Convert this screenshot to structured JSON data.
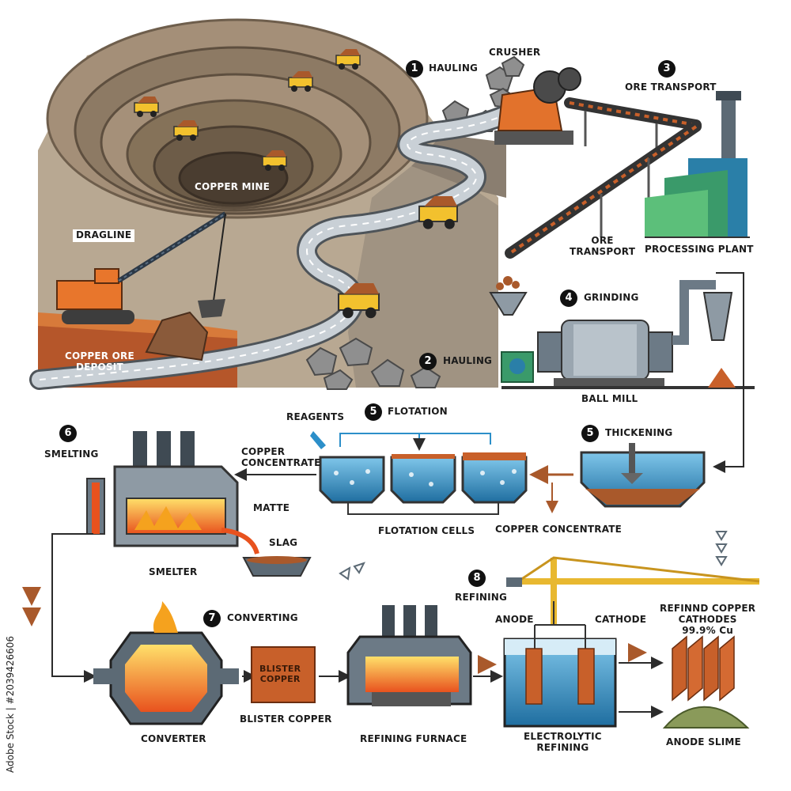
{
  "steps": {
    "hauling_1": {
      "num": "1",
      "label": "HAULING"
    },
    "crusher": "CRUSHER",
    "ore_transport_3": {
      "num": "3",
      "label": "ORE TRANSPORT"
    },
    "copper_mine": "COPPER MINE",
    "dragline": "DRAGLINE",
    "copper_ore_deposit": "COPPER ORE\nDEPOSIT",
    "ore_transport_belt": "ORE\nTRANSPORT",
    "processing_plant": "PROCESSING PLANT",
    "grinding": {
      "num": "4",
      "label": "GRINDING"
    },
    "hauling_2": {
      "num": "2",
      "label": "HAULING"
    },
    "ball_mill": "BALL MILL",
    "flotation": {
      "num": "5",
      "label": "FLOTATION"
    },
    "reagents": "REAGENTS",
    "thickening": {
      "num": "5",
      "label": "THICKENING"
    },
    "smelting": {
      "num": "6",
      "label": "SMELTING"
    },
    "copper_concentrate_upper": "COPPER\nCONCENTRATE",
    "matte": "MATTE",
    "slag": "SLAG",
    "flotation_cells": "FLOTATION CELLS",
    "copper_concentrate_lower": "COPPER CONCENTRATE",
    "smelter": "SMELTER",
    "refining": {
      "num": "8",
      "label": "REFINING"
    },
    "anode": "ANODE",
    "cathode": "CATHODE",
    "refined_cathodes": "REFINND COPPER\nCATHODES\n99.9% Cu",
    "converting": {
      "num": "7",
      "label": "CONVERTING"
    },
    "blister_copper_plate": "BLISTER\nCOPPER",
    "blister_copper": "BLISTER COPPER",
    "converter": "CONVERTER",
    "refining_furnace": "REFINING FURNACE",
    "electrolytic_refining": "ELECTROLYTIC\nREFINING",
    "anode_slime": "ANODE SLIME"
  },
  "watermark": "Adobe Stock | #2039426606",
  "colors": {
    "rock": "#a8927a",
    "copper": "#c8602a",
    "truck": "#f2c12e",
    "machine": "#e2722c",
    "steel": "#6c7a86",
    "plant_green": "#3a9a6a",
    "plant_blue": "#2a7fa8",
    "fire": "#f5a21e",
    "water": "#2c8fc9",
    "arrow": "#a9592b"
  },
  "icons": [
    "truck-icon",
    "conveyor-icon",
    "ball-mill-icon",
    "crane-icon",
    "fire-icon"
  ]
}
